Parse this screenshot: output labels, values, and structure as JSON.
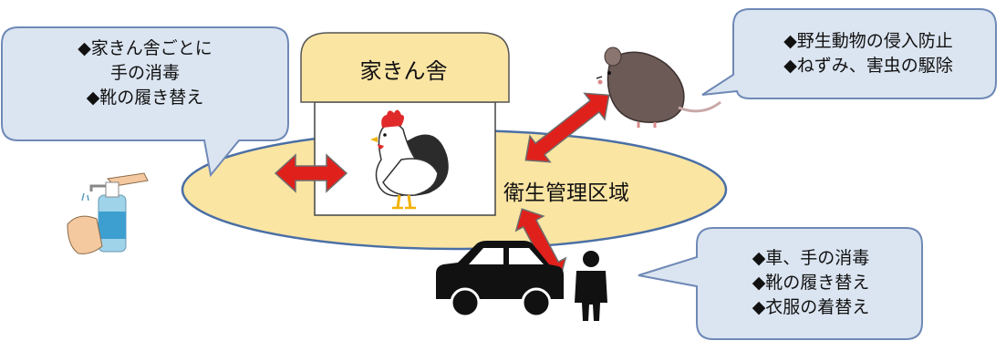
{
  "colors": {
    "callout_fill": "#dbe5f1",
    "callout_stroke": "#6f89b6",
    "zone_fill": "#fbe5a3",
    "zone_stroke": "#4a6fa5",
    "coop_roof": "#fbe5a3",
    "arrow_fill": "#e0201b",
    "arrow_stroke": "#6e6e6e"
  },
  "callouts": {
    "coop_hygiene": {
      "lines": [
        "◆家きん舎ごとに",
        "手の消毒",
        "◆靴の履き替え"
      ]
    },
    "wildlife": {
      "lines": [
        "◆野生動物の侵入防止",
        "◆ねずみ、害虫の駆除"
      ]
    },
    "vehicle_people": {
      "lines": [
        "◆車、手の消毒",
        "◆靴の履き替え",
        "◆衣服の着替え"
      ]
    }
  },
  "coop": {
    "title": "家きん舎"
  },
  "zone": {
    "label": "衛生管理区域"
  },
  "icons": [
    "hand-sanitizer-icon",
    "chicken-icon",
    "rat-icon",
    "car-icon",
    "person-icon"
  ]
}
